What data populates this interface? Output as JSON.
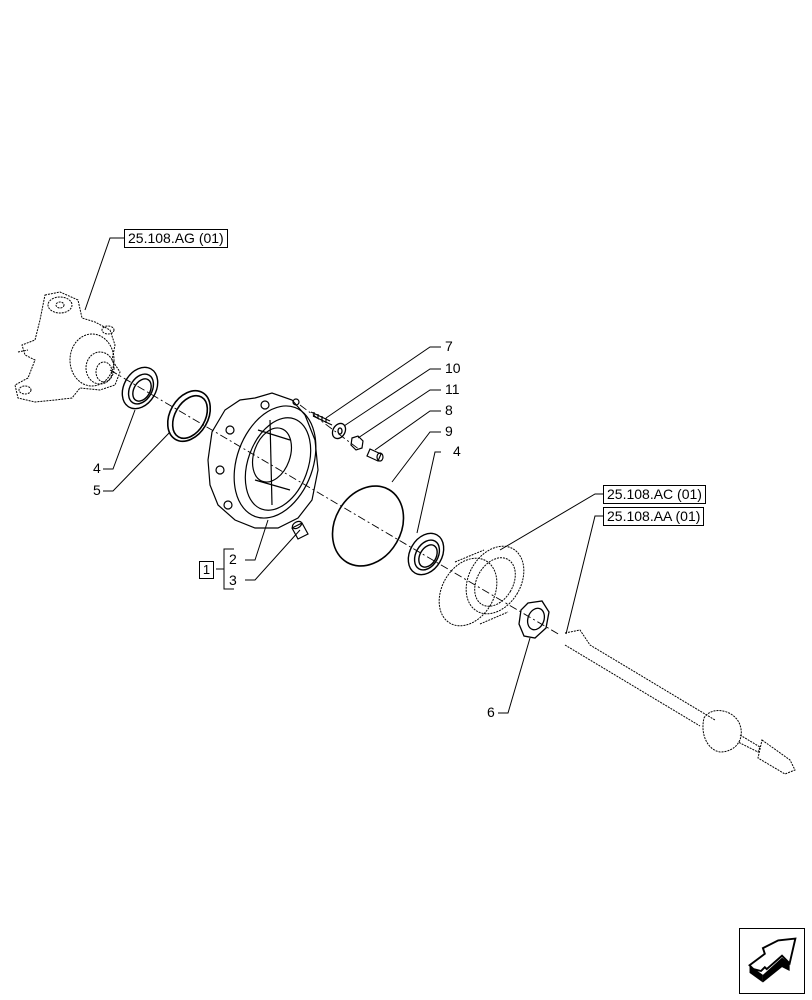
{
  "diagram": {
    "type": "exploded-parts-diagram",
    "subject": "Front axle final drive hub assembly",
    "references": [
      {
        "id": "ref-ag",
        "label": "25.108.AG (01)"
      },
      {
        "id": "ref-ac",
        "label": "25.108.AC (01)"
      },
      {
        "id": "ref-aa",
        "label": "25.108.AA (01)"
      }
    ],
    "callouts": [
      {
        "id": "c4a",
        "label": "4"
      },
      {
        "id": "c5",
        "label": "5"
      },
      {
        "id": "c7",
        "label": "7"
      },
      {
        "id": "c10",
        "label": "10"
      },
      {
        "id": "c11",
        "label": "11"
      },
      {
        "id": "c8",
        "label": "8"
      },
      {
        "id": "c9",
        "label": "9"
      },
      {
        "id": "c4b",
        "label": "4"
      },
      {
        "id": "c2",
        "label": "2"
      },
      {
        "id": "c3",
        "label": "3"
      },
      {
        "id": "c6",
        "label": "6"
      }
    ],
    "kit": {
      "label": "1",
      "members": [
        "2",
        "3"
      ]
    },
    "nav_icon": "arrow-next-page-icon",
    "colors": {
      "line": "#000000",
      "background": "#ffffff"
    }
  }
}
